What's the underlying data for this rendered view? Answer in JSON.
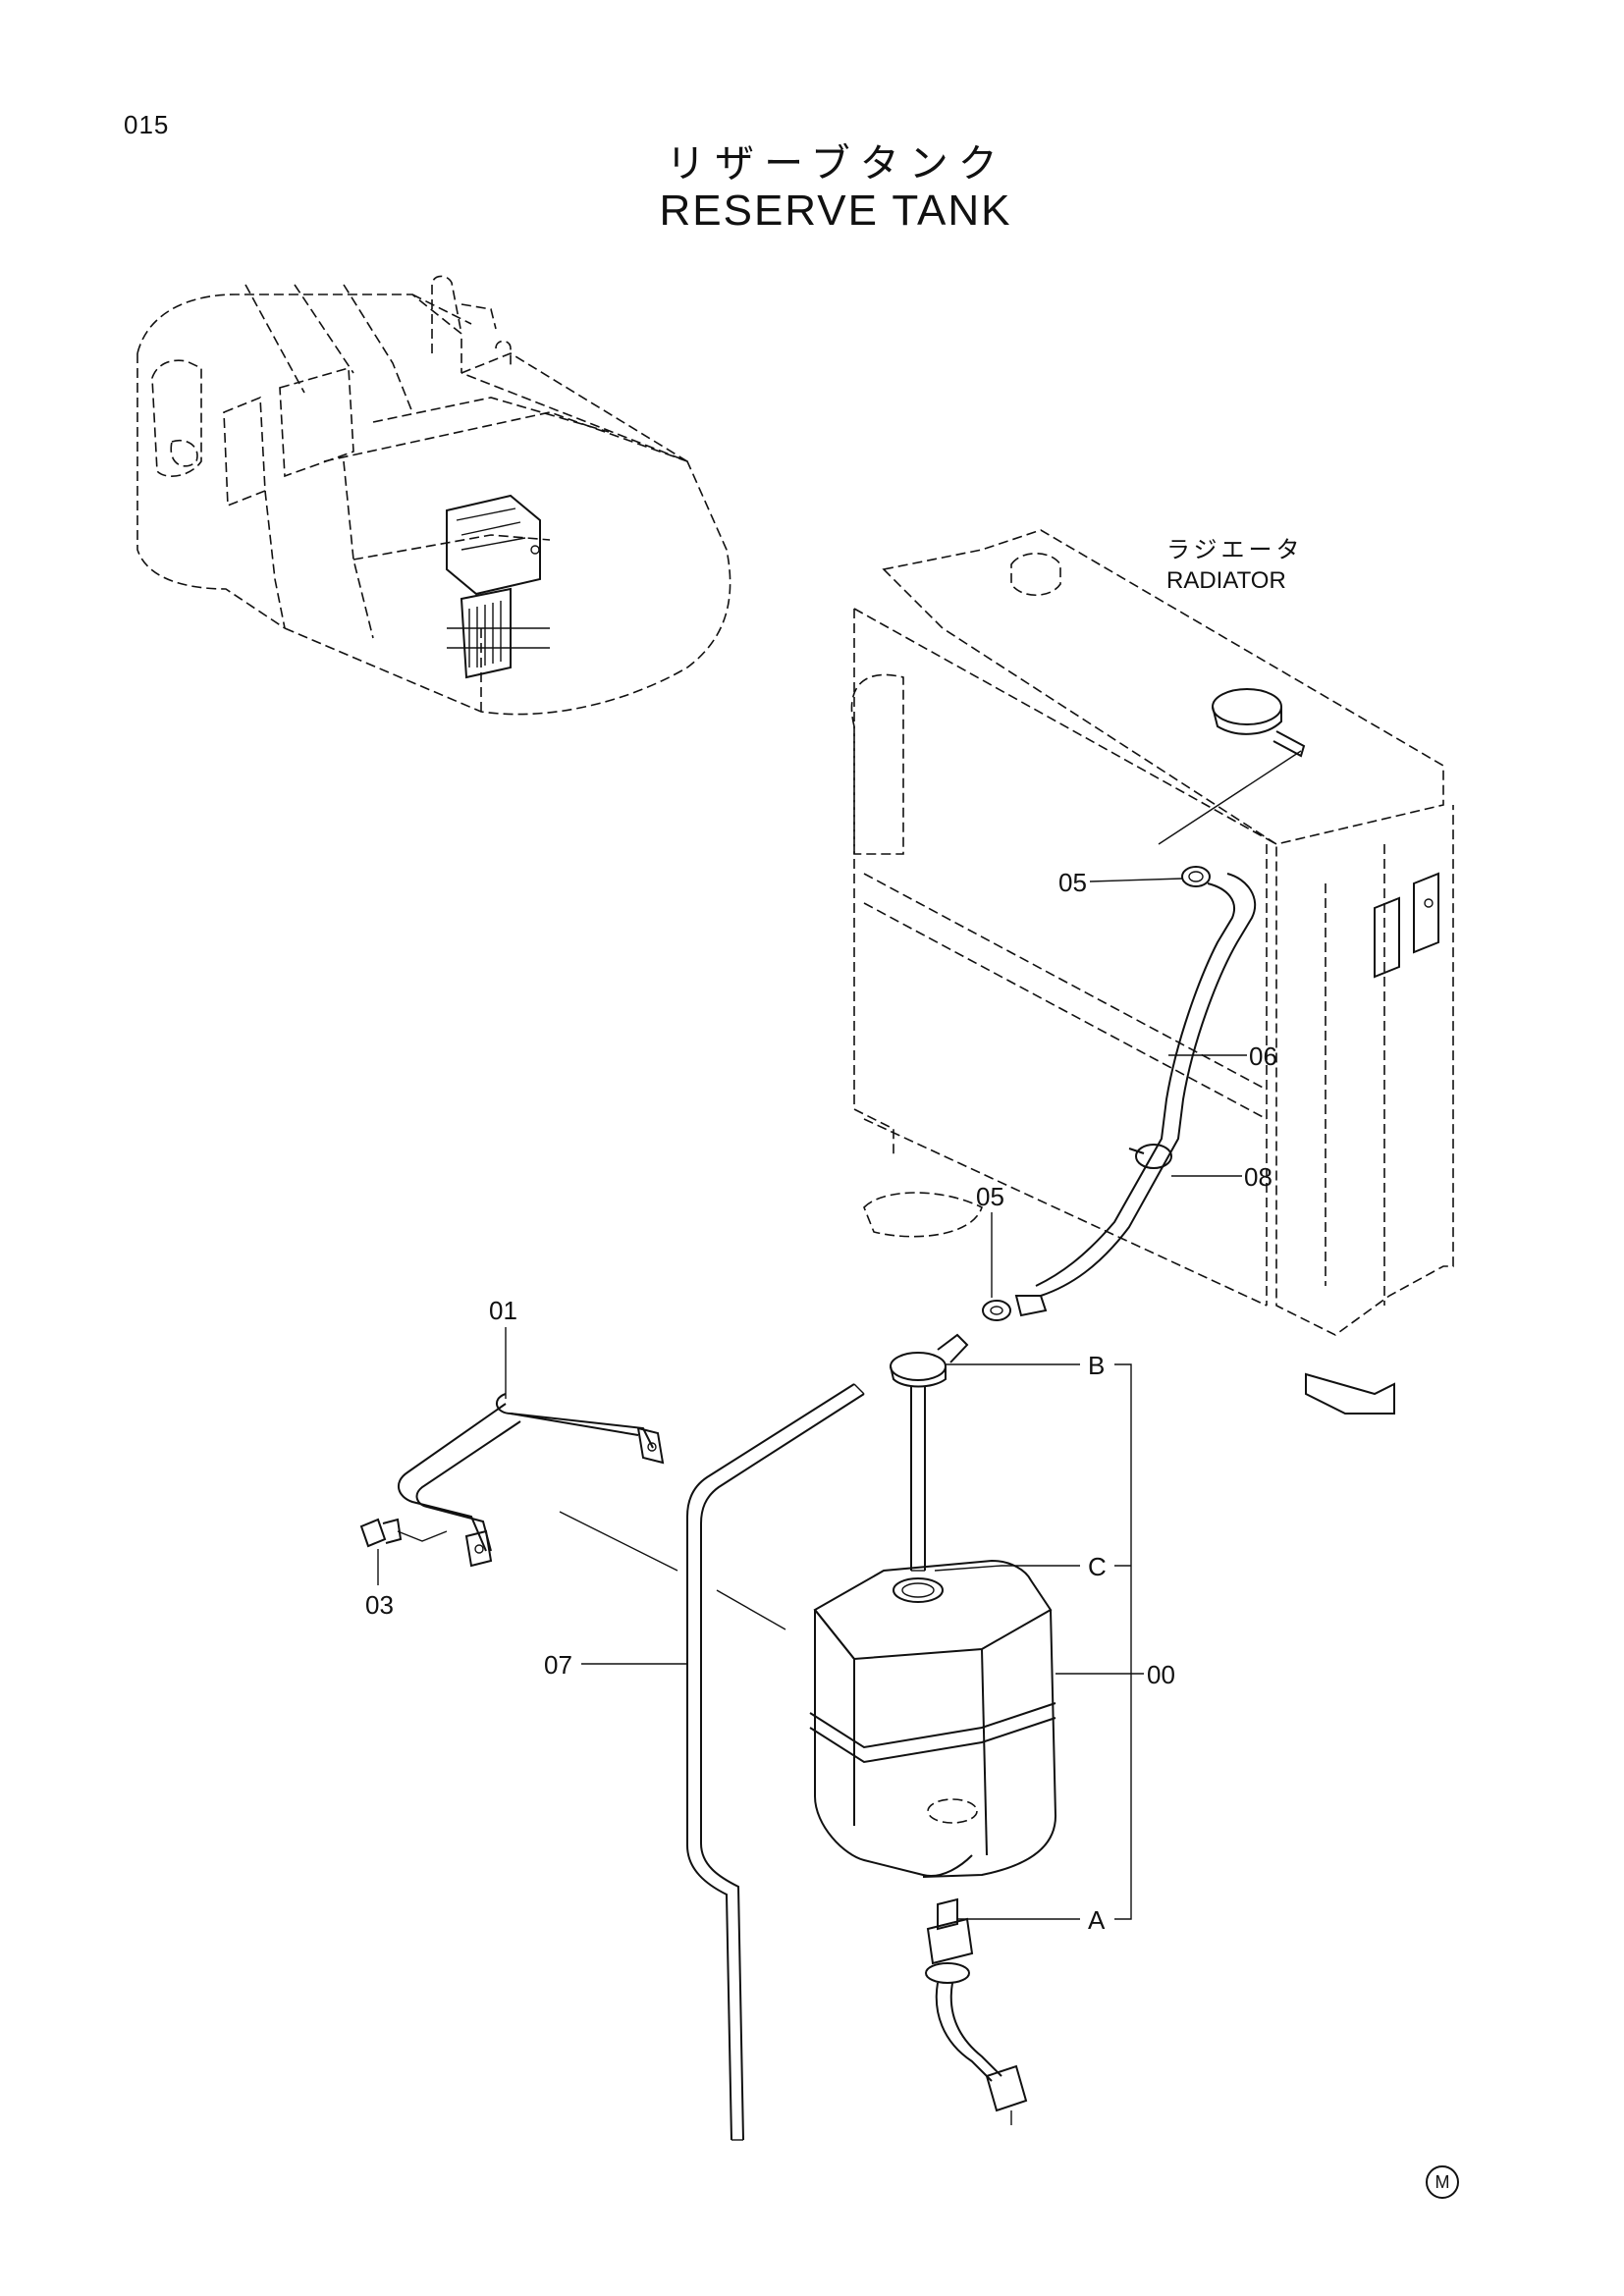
{
  "page_number": "015",
  "title_jp": "リザーブタンク",
  "title_en": "RESERVE TANK",
  "radiator_label_jp": "ラジエータ",
  "radiator_label_en": "RADIATOR",
  "callouts": {
    "p05_top": "05",
    "p06": "06",
    "p08": "08",
    "p05_lower": "05",
    "p01": "01",
    "p03": "03",
    "p07": "07",
    "p00": "00",
    "pB": "B",
    "pC": "C",
    "pA": "A"
  },
  "corner_mark": "M"
}
